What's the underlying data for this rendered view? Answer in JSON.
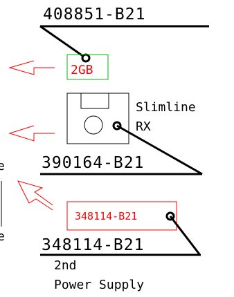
{
  "colors": {
    "line": "#000000",
    "arrow": "#ff0000",
    "memory_box": "#00bb00",
    "part_box": "#ff0000",
    "red_text": "#ff0000"
  },
  "part_numbers": {
    "top": "408851-B21",
    "middle": "390164-B21",
    "bottom": "348114-B21"
  },
  "memory_label": "2GB",
  "drive_label_line1": "Slimline",
  "drive_label_line2": "RX",
  "boxed_part_label": "348114-B21",
  "power_label_line1": "2nd",
  "power_label_line2": "Power Supply",
  "clipped_left_letters": [
    "e",
    "e"
  ],
  "icons": [
    "floppy-drive-icon",
    "arrow-left-icon",
    "callout-dot-icon"
  ]
}
